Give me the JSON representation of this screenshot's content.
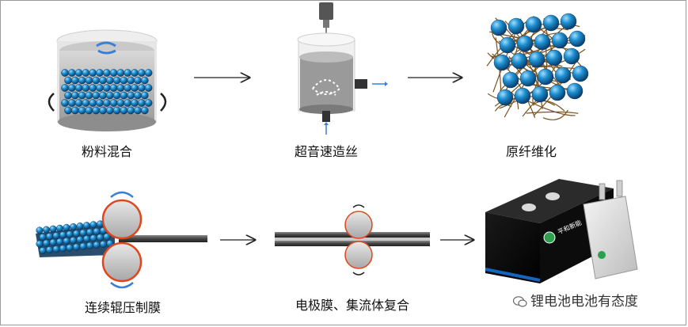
{
  "steps": [
    {
      "label": "粉料混合",
      "icon": "mixing-beaker-icon"
    },
    {
      "label": "超音速造丝",
      "icon": "ultrasonic-stirrer-icon"
    },
    {
      "label": "原纤维化",
      "icon": "fibrillated-network-icon"
    },
    {
      "label": "连续辊压制膜",
      "icon": "calender-rolls-icon"
    },
    {
      "label": "电极膜、集流体复合",
      "icon": "laminating-rolls-icon"
    },
    {
      "label": "",
      "icon": "battery-product-icon"
    }
  ],
  "product": {
    "brand_text": "平和新能"
  },
  "watermark": {
    "text": "锂电池电池有态度",
    "icon": "wechat-icon"
  },
  "colors": {
    "sphere": "#1d8fd0",
    "roller_border": "#e0461b",
    "arrow": "#222222",
    "flow_arrow": "#3a7fd5"
  }
}
